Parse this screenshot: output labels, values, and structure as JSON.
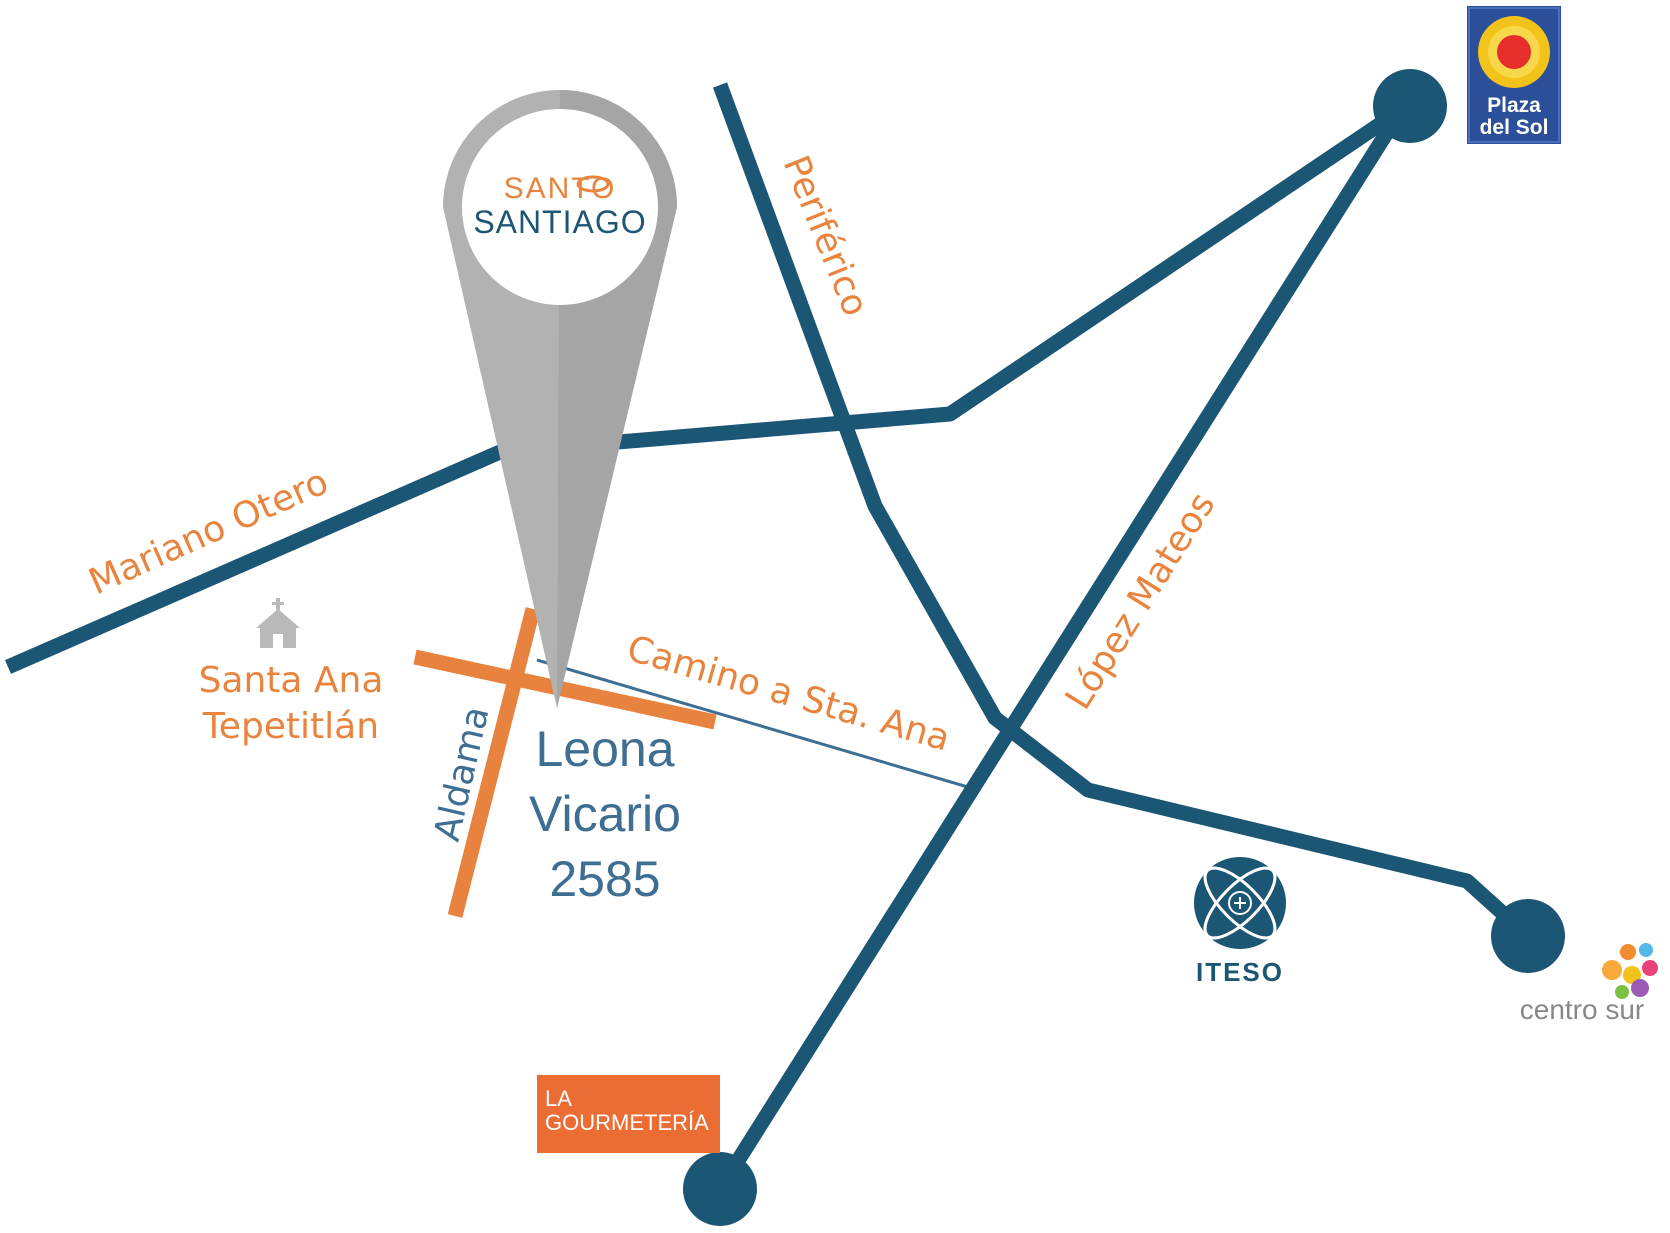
{
  "colors": {
    "main_road": "#1b5675",
    "local_road": "#e8823f",
    "label": "#e8843d",
    "pin": "#b2b2b2",
    "address": "#3f6e93",
    "church": "#b9b9b9"
  },
  "brand": {
    "line1": "SANTO",
    "line2": "SANTIAGO"
  },
  "streets": {
    "mariano_otero": "Mariano Otero",
    "periferico": "Periférico",
    "lopez_mateos": "López Mateos",
    "camino": "Camino a Sta. Ana",
    "aldama": "Aldama"
  },
  "places": {
    "santa_ana_line1": "Santa Ana",
    "santa_ana_line2": "Tepetitlán",
    "iteso": "ITESO",
    "centro_sur": "centro sur",
    "gourmeteria_line1": "LA",
    "gourmeteria_line2": "GOURMETERÍA",
    "plaza_line1": "Plaza",
    "plaza_line2": "del Sol"
  },
  "address": {
    "line1": "Leona",
    "line2": "Vicario",
    "line3": "2585"
  },
  "icons": {
    "pin": "map-pin-icon",
    "church": "church-icon",
    "iteso": "iteso-emblem-icon",
    "plaza_del_sol": "sun-icon",
    "centro_sur": "color-dots-icon"
  }
}
